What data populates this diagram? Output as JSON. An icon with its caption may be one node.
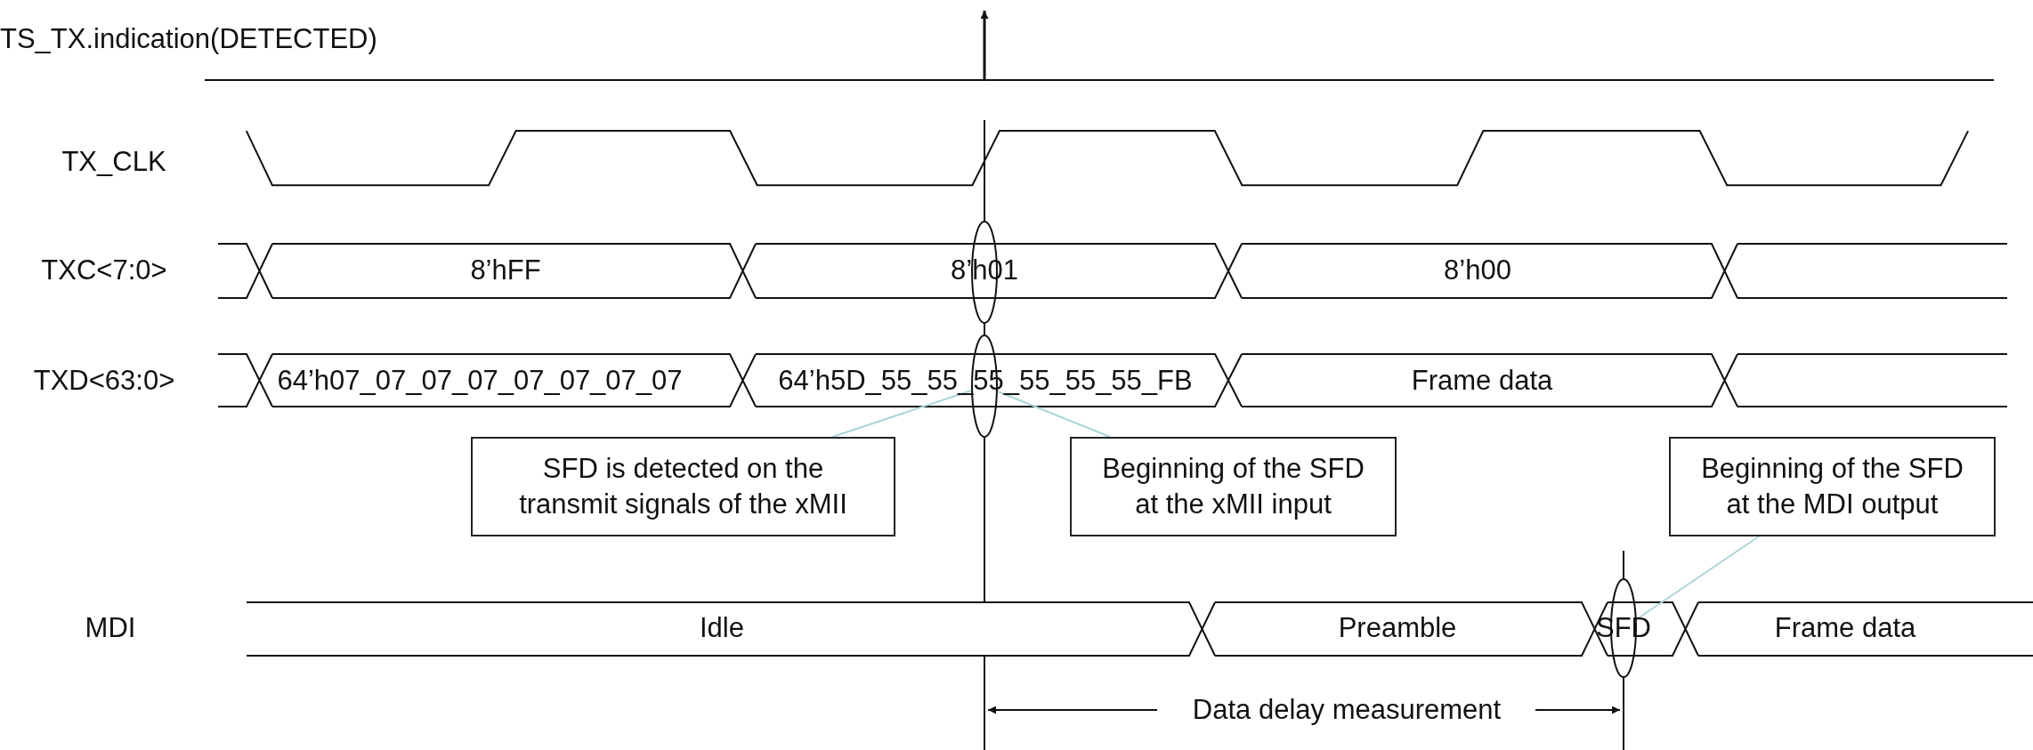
{
  "diagram": {
    "nodes": [
      {
        "text": [],
        "shape": "ellipse"
      },
      {
        "text": [],
        "shape": "ellipse"
      },
      {
        "text": [
          "SFD is detected on the transmit signals of the xMII"
        ]
      },
      {
        "text": [
          "Beginning of the SFD at the xMII input"
        ]
      },
      {
        "text": [
          "Beginning of the SFD at the MDI output"
        ]
      },
      {
        "text": [],
        "shape": "ellipse"
      }
    ],
    "edges": [
      {
        "from": 2,
        "to": 1,
        "arrow": "none"
      },
      {
        "from": 3,
        "to": 1,
        "arrow": "none"
      },
      {
        "from": 4,
        "to": 5,
        "arrow": "none"
      }
    ],
    "labels": [
      "TS_TX.indication(DETECTED)",
      "TX_CLK",
      "TXC<7:0>",
      "8’hFF",
      "8’h01",
      "8’h00",
      "TXD<63:0>",
      "64’h07_07_07_07_07_07_07_07",
      "64’h5D_55_55_55_55_55_55_FB",
      "Frame data",
      "MDI",
      "Idle",
      "Preamble",
      "SFD",
      "Frame data",
      "Data delay measurement"
    ]
  }
}
